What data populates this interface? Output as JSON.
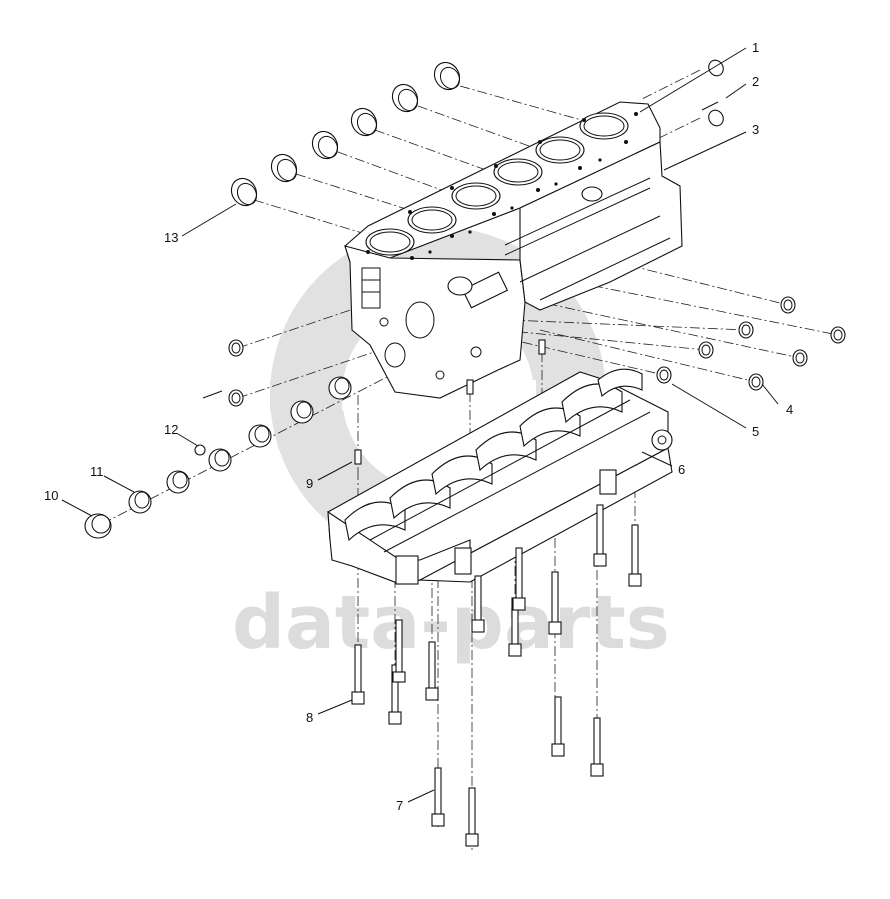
{
  "watermark": {
    "text": "data-parts",
    "color": "#dcdcdc",
    "logo_icon": "data-parts-logo-icon"
  },
  "callouts": [
    {
      "id": "1",
      "label": "1"
    },
    {
      "id": "2",
      "label": "2"
    },
    {
      "id": "3",
      "label": "3"
    },
    {
      "id": "4",
      "label": "4"
    },
    {
      "id": "5",
      "label": "5"
    },
    {
      "id": "6",
      "label": "6"
    },
    {
      "id": "7",
      "label": "7"
    },
    {
      "id": "8",
      "label": "8"
    },
    {
      "id": "9",
      "label": "9"
    },
    {
      "id": "10",
      "label": "10"
    },
    {
      "id": "11",
      "label": "11"
    },
    {
      "id": "12",
      "label": "12"
    },
    {
      "id": "13",
      "label": "13"
    }
  ],
  "parts": [
    {
      "name": "cylinder-block",
      "icon": "engine-block-icon"
    },
    {
      "name": "bedplate",
      "icon": "crankcase-bedplate-icon"
    },
    {
      "name": "cylinder-liners",
      "icon": "liner-ring-icon"
    },
    {
      "name": "cam-bushings",
      "icon": "bushing-icon"
    },
    {
      "name": "plugs",
      "icon": "plug-icon"
    },
    {
      "name": "bolts",
      "icon": "bolt-icon"
    },
    {
      "name": "dowel-pins",
      "icon": "pin-icon"
    }
  ]
}
